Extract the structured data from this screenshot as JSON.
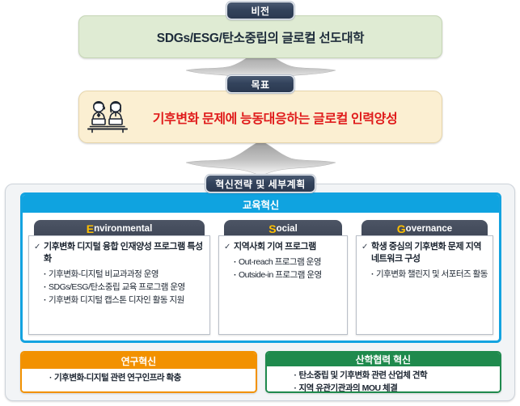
{
  "vision": {
    "pill_label": "비전",
    "text": "SDGs/ESG/탄소중립의 글로컬 선도대학"
  },
  "goal": {
    "pill_label": "목표",
    "text": "기후변화 문제에 능동대응하는 글로컬 인력양성",
    "icon": "two-people-at-laptops-icon"
  },
  "strategy": {
    "pill_label": "혁신전략 및 세부계획"
  },
  "education": {
    "header": "교육혁신",
    "cards": [
      {
        "cap": "E",
        "rest": "nvironmental",
        "headline": "기후변화 디지털 융합 인재양성 프로그램 특성화",
        "items": [
          "기후변화-디지털 비교과과정 운영",
          "SDGs/ESG/탄소중립 교육 프로그램 운영",
          "기후변화 디지털 캡스톤 디자인 활동 지원"
        ]
      },
      {
        "cap": "S",
        "rest": "ocial",
        "headline": "지역사회 기여 프로그램",
        "items": [
          "Out-reach 프로그램 운영",
          "Outside-in 프로그램 운영"
        ]
      },
      {
        "cap": "G",
        "rest": "overnance",
        "headline": "학생 중심의 기후변화 문제 지역네트워크 구성",
        "items": [
          "기후변화 챌린지 및 서포터즈 활동"
        ]
      }
    ]
  },
  "bottom": [
    {
      "header": "연구혁신",
      "items": [
        "기후변화-디지털 관련 연구인프라 확충"
      ]
    },
    {
      "header": "산학협력 혁신",
      "items": [
        "탄소중립 및 기후변화 관련 산업체 견학",
        "지역 유관기관과의 MOU 체결"
      ]
    }
  ],
  "colors": {
    "vision_bg": "#dfebd3",
    "goal_bg": "#fbefd2",
    "goal_text": "#e01b1b",
    "education_blue": "#0fa3e0",
    "research_orange": "#f29100",
    "industry_green": "#1f8a4d",
    "pill_navy": "#33435c",
    "esg_cap_yellow": "#ffc000"
  }
}
